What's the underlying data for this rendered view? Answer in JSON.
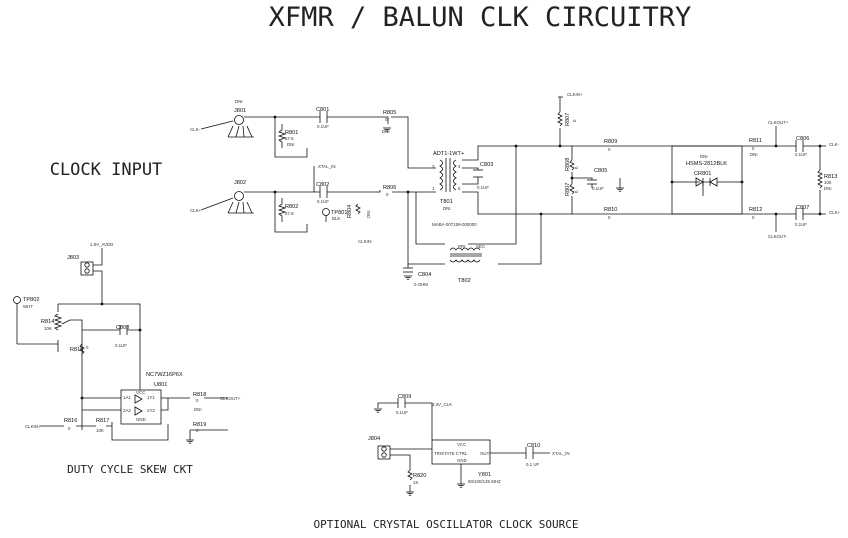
{
  "title": "XFMR / BALUN CLK CIRCUITRY",
  "sections": {
    "clock_input": "CLOCK INPUT",
    "duty_cycle": "DUTY CYCLE SKEW CKT",
    "crystal": "OPTIONAL CRYSTAL OSCILLATOR CLOCK SOURCE"
  },
  "connectors": {
    "j801": {
      "ref": "J801",
      "value": "DNI"
    },
    "j802": {
      "ref": "J802"
    },
    "j803": {
      "ref": "J803"
    },
    "j804": {
      "ref": "J804"
    }
  },
  "nets": {
    "clk_minus": "CLK-",
    "clk_plus": "CLK+",
    "clkin_plus": "CLKIN+",
    "clkin_minus": "CLKIN-",
    "clkin_plus_duty": "CLKIN+",
    "clkout_plus_a": "CLKOUT+",
    "clkout_minus_a": "CLKOUT-",
    "clkout_plus_b": "CLKOUT+",
    "xtal_in_a": "XTAL_IN",
    "xtal_in_b": "XTAL_IN",
    "v18_avdd": "1.8V_AVDD",
    "v33_clk": "3.3V_CLK",
    "out_clk_p": "CLK+",
    "out_clk_m": "CLK-"
  },
  "components": {
    "c801": {
      "ref": "C801",
      "value": "0.1UF"
    },
    "c802": {
      "ref": "C802",
      "value": "0.1UF"
    },
    "c803": {
      "ref": "C803",
      "value": "0.1UF"
    },
    "c804": {
      "ref": "C804",
      "value": "0 OHM"
    },
    "c805": {
      "ref": "C805",
      "value": "0.1UF"
    },
    "c806": {
      "ref": "C806",
      "value": "0.1UF"
    },
    "c807": {
      "ref": "C807",
      "value": "0.1UF"
    },
    "c808": {
      "ref": "C808",
      "value": "0.1UF"
    },
    "c809": {
      "ref": "C809",
      "value": "0.1UF"
    },
    "c810": {
      "ref": "C810",
      "value": "0.1 UF"
    },
    "r801": {
      "ref": "R801",
      "value": "57.6",
      "dni": "DNI"
    },
    "r802": {
      "ref": "R802",
      "value": "57.6"
    },
    "r803": {
      "ref": "R803",
      "value": "0"
    },
    "r804": {
      "ref": "R804",
      "value": "DNI"
    },
    "r805": {
      "ref": "R805",
      "value": "0",
      "dni": "DNI"
    },
    "r806": {
      "ref": "R806",
      "value": "0"
    },
    "r807": {
      "ref": "R807",
      "value": "0"
    },
    "r808": {
      "ref": "R808",
      "value": "0"
    },
    "r809": {
      "ref": "R809",
      "value": "0"
    },
    "r810": {
      "ref": "R810",
      "value": "0"
    },
    "r811": {
      "ref": "R811",
      "value": "0",
      "dni": "DNI"
    },
    "r812": {
      "ref": "R812",
      "value": "0"
    },
    "r813": {
      "ref": "R813",
      "value": "100",
      "dni": "DNI"
    },
    "r814": {
      "ref": "R814",
      "value": "10K"
    },
    "r815": {
      "ref": "R815",
      "value": "0"
    },
    "r816": {
      "ref": "R816",
      "value": "0"
    },
    "r817": {
      "ref": "R817",
      "value": "10K"
    },
    "r818": {
      "ref": "R818",
      "value": "0",
      "dni": "DNI"
    },
    "r819": {
      "ref": "R819",
      "value": "0"
    },
    "r820": {
      "ref": "R820",
      "value": "1K"
    },
    "t801": {
      "ref": "T801",
      "part": "ADT1-1WT+",
      "dni": "DNI"
    },
    "t802": {
      "ref": "T802",
      "part": "MABA-007159-000000",
      "pins": [
        "PRI",
        "SEC"
      ]
    },
    "tp801": {
      "ref": "TP801",
      "value": "BLK"
    },
    "tp802": {
      "ref": "TP802",
      "value": "WHT"
    },
    "cr801": {
      "ref": "CR801",
      "part": "HSMS-2812BLK",
      "dni": "DNI"
    },
    "u801": {
      "ref": "U801",
      "part": "NC7WZ16P6X",
      "pins": [
        "1A1",
        "2A2",
        "1Y1",
        "2Y2",
        "VCC",
        "GND"
      ]
    },
    "y801": {
      "ref": "Y801",
      "part": "80/100/125 MHZ",
      "pins": [
        "VCC",
        "TRISTATE CTRL",
        "OUT",
        "GND"
      ]
    }
  },
  "pins": [
    "1",
    "2",
    "3",
    "4",
    "5",
    "6"
  ]
}
